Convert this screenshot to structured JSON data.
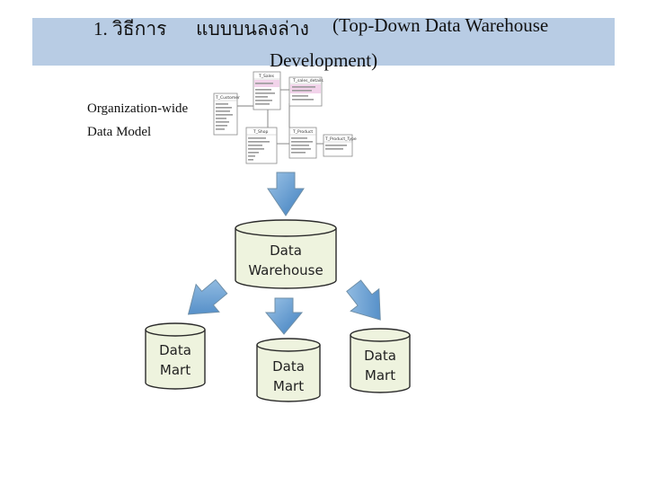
{
  "title": {
    "number": "1. วิธีการ",
    "thai": "แบบบนลงล่าง",
    "english_part1": "(Top-Down Data Warehouse",
    "english_part2": "Development)"
  },
  "labels": {
    "organization_wide": "Organization-wide",
    "data_model": "Data Model"
  },
  "schema_tables": [
    {
      "name": "T_Sales"
    },
    {
      "name": "T_Customer"
    },
    {
      "name": "T_sales_details"
    },
    {
      "name": "T_Shop"
    },
    {
      "name": "T_Product"
    },
    {
      "name": "T_Product_Type"
    }
  ],
  "nodes": {
    "warehouse": {
      "line1": "Data",
      "line2": "Warehouse"
    },
    "mart_left": {
      "line1": "Data",
      "line2": "Mart"
    },
    "mart_center": {
      "line1": "Data",
      "line2": "Mart"
    },
    "mart_right": {
      "line1": "Data",
      "line2": "Mart"
    }
  },
  "colors": {
    "title_band": "#b8cce4",
    "arrow_fill": "#5b9bd5",
    "cylinder_fill": "#eef3de",
    "cylinder_stroke": "#2b2b2b"
  }
}
